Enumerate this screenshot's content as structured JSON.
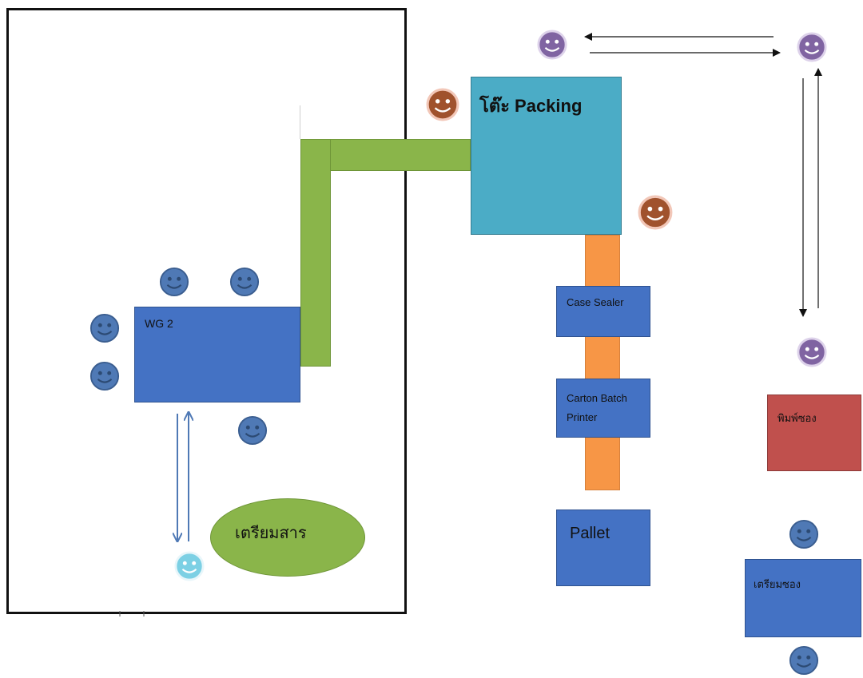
{
  "labels": {
    "wg2": "WG 2",
    "packing_table": "โต๊ะ Packing",
    "case_sealer": "Case Sealer",
    "carton_batch_printer": "Carton Batch\nPrinter",
    "pallet": "Pallet",
    "prepare_material": "เตรียมสาร",
    "print_label": "พิมพ์ซอง",
    "prepare_bag": "เตรียมซอง"
  },
  "colors": {
    "workstation": "#4472c4",
    "conveyor_green": "#8ab54a",
    "conveyor_orange": "#f79646",
    "packing_table": "#4bacc6",
    "print_station": "#c0504d",
    "worker_blue": "#4f79b5",
    "worker_brown": "#a0522d",
    "worker_purple": "#8064a2",
    "worker_cyan": "#56b9d3"
  },
  "icons": {
    "worker": "smiley-face-icon"
  }
}
